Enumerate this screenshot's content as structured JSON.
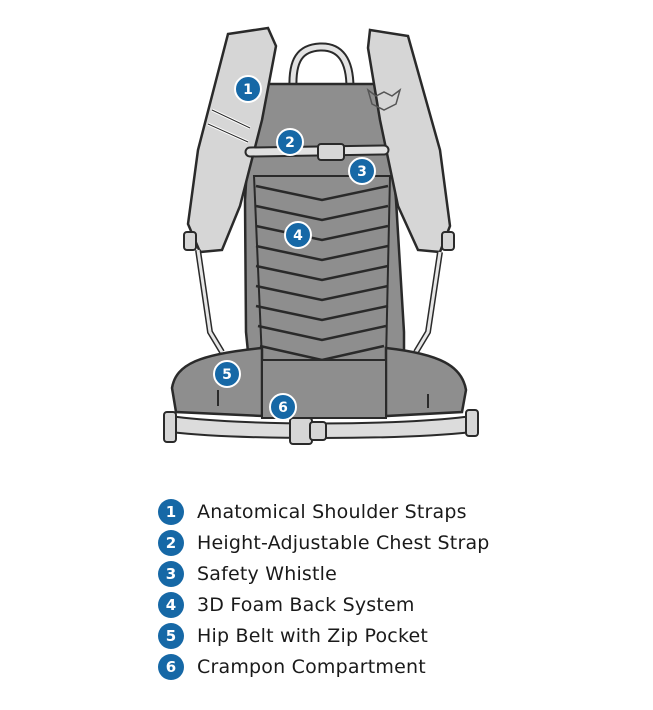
{
  "colors": {
    "accent": "#1668a6",
    "light_panel": "#d6d6d6",
    "dark_panel": "#8e8e8e",
    "outline": "#2a2a2a"
  },
  "markers": [
    {
      "number": "1",
      "label": "Anatomical Shoulder Straps"
    },
    {
      "number": "2",
      "label": "Height-Adjustable Chest Strap"
    },
    {
      "number": "3",
      "label": "Safety Whistle"
    },
    {
      "number": "4",
      "label": "3D Foam Back System"
    },
    {
      "number": "5",
      "label": "Hip Belt with Zip Pocket"
    },
    {
      "number": "6",
      "label": "Crampon Compartment"
    }
  ]
}
